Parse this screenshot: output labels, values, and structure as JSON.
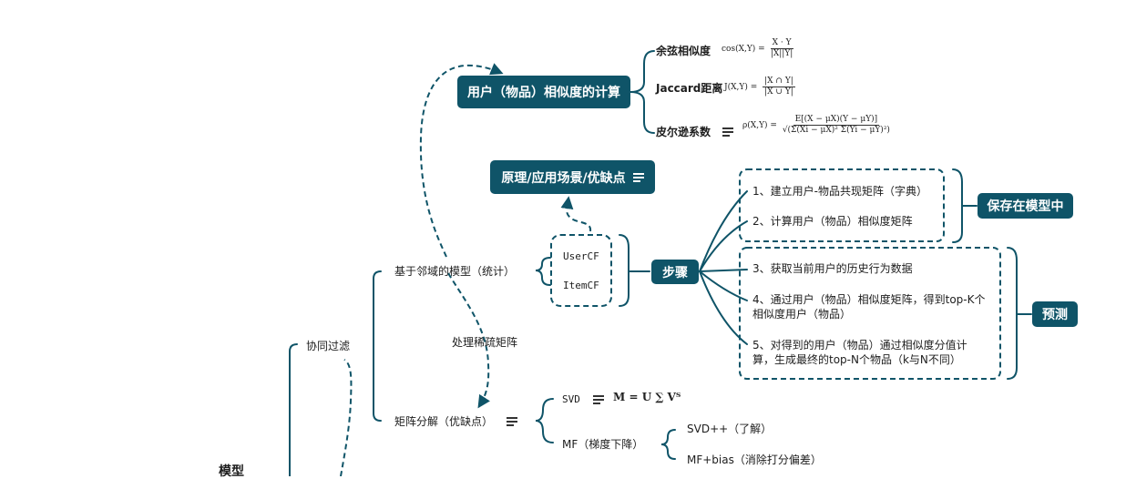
{
  "colors": {
    "accent": "#0f5468",
    "text": "#1d1d1d",
    "background": "#ffffff"
  },
  "boxes": {
    "similarity_calc": "用户（物品）相似度的计算",
    "principle": "原理/应用场景/优缺点",
    "steps": "步骤",
    "save_in_model": "保存在模型中",
    "predict": "预测"
  },
  "similarity": {
    "cosine_label": "余弦相似度",
    "cosine_lhs": "cos(X,Y) =",
    "cosine_num": "X · Y",
    "cosine_den": "|X||Y|",
    "jaccard_label": "Jaccard距离",
    "jaccard_lhs": "J(X,Y) =",
    "jaccard_num": "|X ∩ Y|",
    "jaccard_den": "|X ∪ Y|",
    "pearson_label": "皮尔逊系数",
    "pearson_lhs": "ρ(X,Y) =",
    "pearson_num": "E[(X − μX)(Y − μY)]",
    "pearson_den": "√(Σ(Xi − μX)² Σ(Yi − μY)²)"
  },
  "tree": {
    "root": "模型",
    "collab": "协同过滤",
    "neighbor": "基于邻域的模型（统计）",
    "matrix": "矩阵分解（优缺点）",
    "sparse_note": "处理稀疏矩阵",
    "usercf": "UserCF",
    "itemcf": "ItemCF",
    "svd": "SVD",
    "svd_formula": "M = U ∑ Vᵀ",
    "mf": "MF（梯度下降）",
    "svdpp": "SVD++（了解）",
    "mfbias": "MF+bias（消除打分偏差）"
  },
  "steps": {
    "s1": "1、建立用户-物品共现矩阵（字典）",
    "s2": "2、计算用户（物品）相似度矩阵",
    "s3": "3、获取当前用户的历史行为数据",
    "s4a": "4、通过用户（物品）相似度矩阵，得到top-K个",
    "s4b": "相似度用户（物品）",
    "s5a": "5、对得到的用户（物品）通过相似度分值计",
    "s5b": "算，生成最终的top-N个物品（k与N不同）"
  }
}
